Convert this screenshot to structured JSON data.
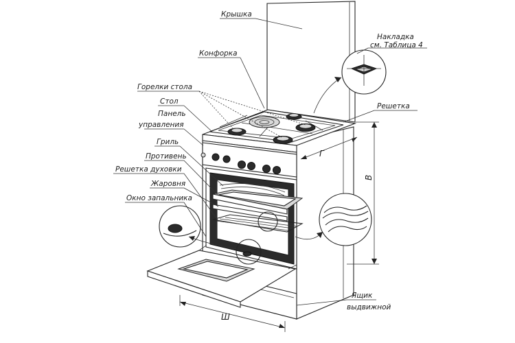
{
  "labels": {
    "lid": "Крышка",
    "burner": "Конфорка",
    "overlay_line1": "Накладка",
    "overlay_line2": "см. Таблица 4",
    "table_burners": "Горелки стола",
    "table": "Стол",
    "panel_line1": "Панель",
    "panel_line2": "управления",
    "grate": "Решетка",
    "grill": "Гриль",
    "baking_tray": "Противень",
    "oven_rack": "Решетка духовки",
    "roasting_pan": "Жаровня",
    "ignition_window": "Окно запальника",
    "drawer_line1": "Ящик",
    "drawer_line2": "выдвижной"
  },
  "dimensions": {
    "depth": "Г",
    "height": "В",
    "width": "Ш"
  },
  "colors": {
    "line": "#222222",
    "shade": "#d9d9d9",
    "dark": "#2b2b2b"
  }
}
